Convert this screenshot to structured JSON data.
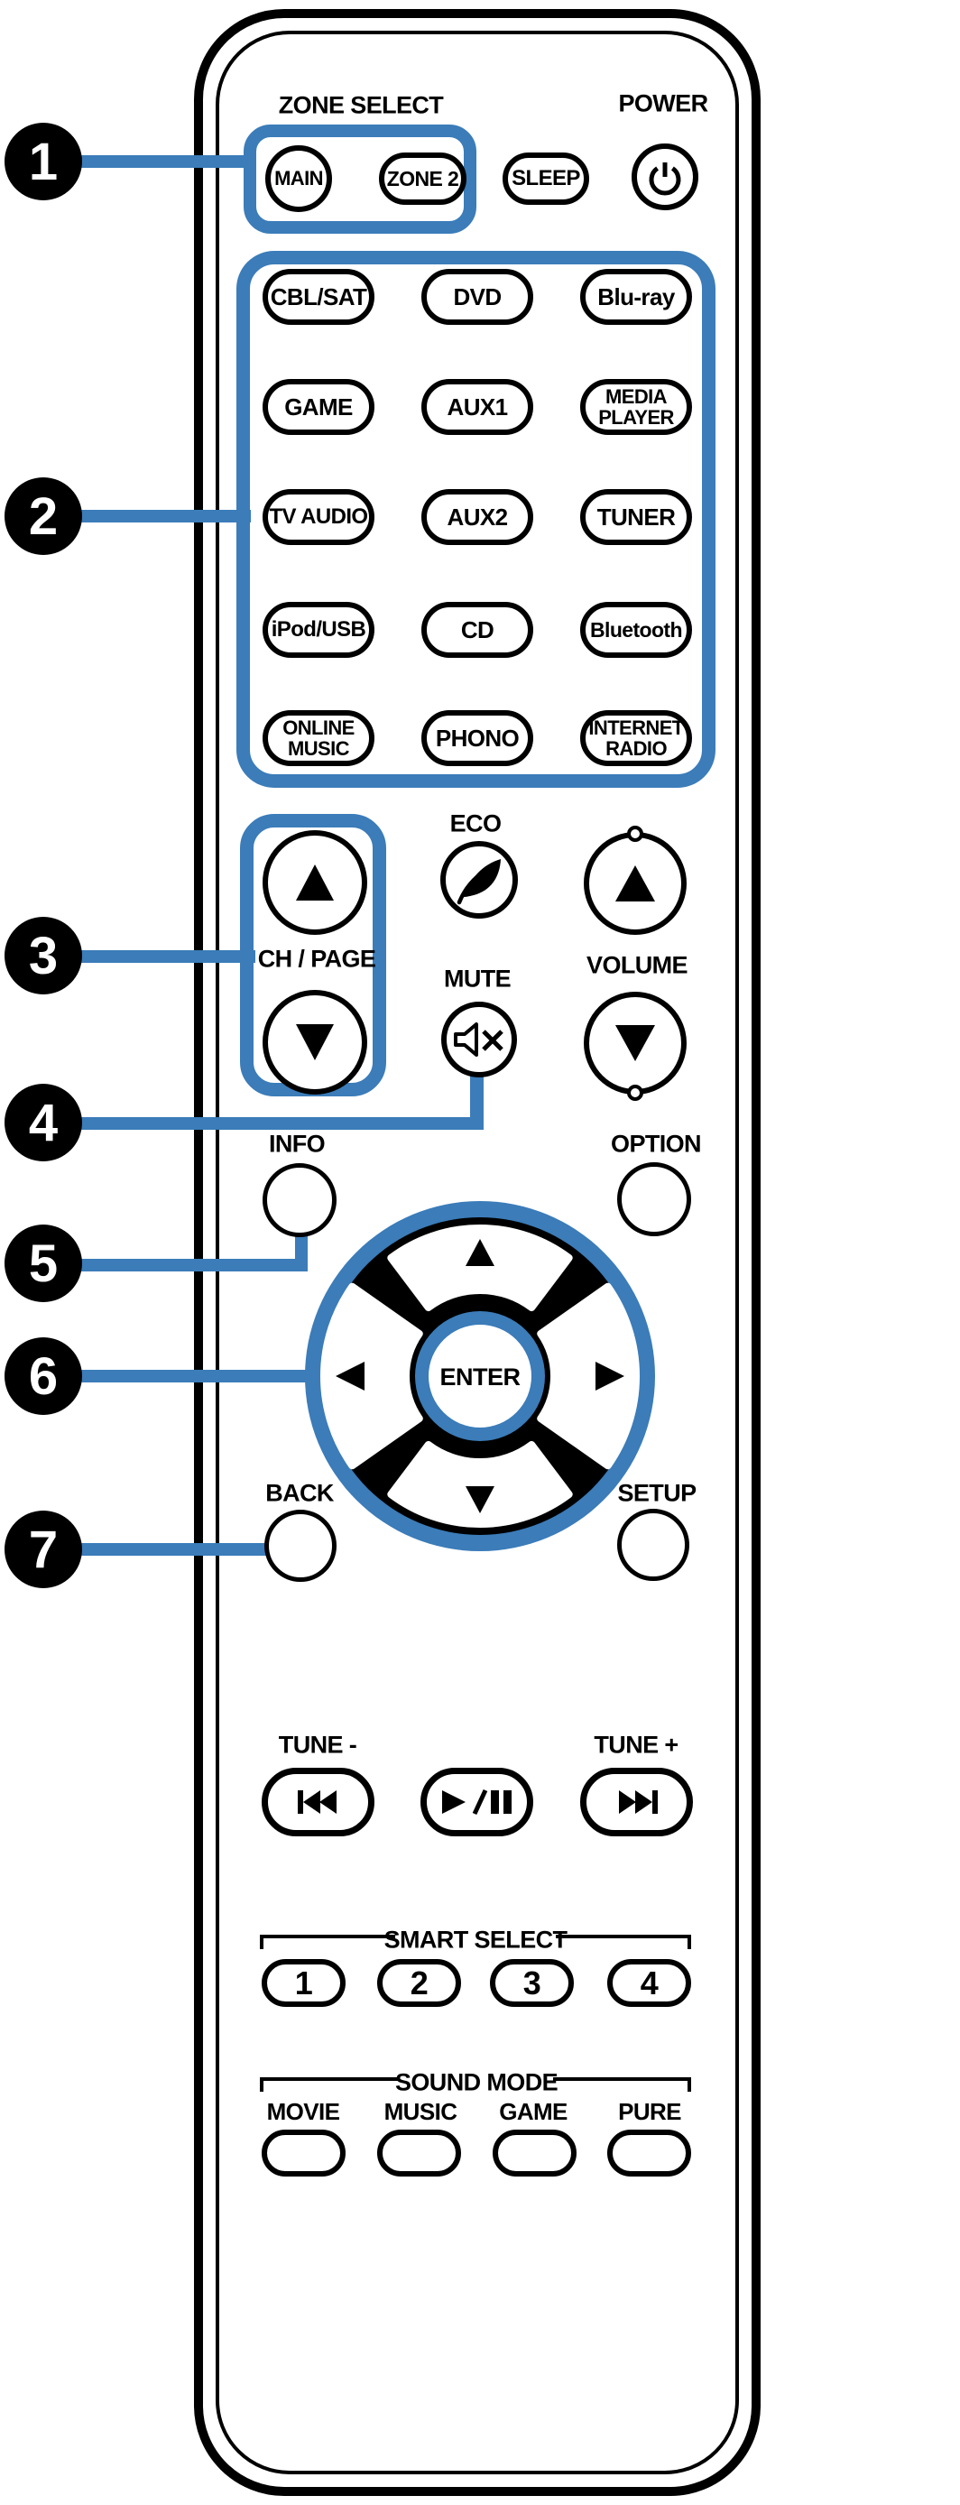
{
  "colors": {
    "callout_blue": "#3b7cb9",
    "outline": "#000000",
    "background": "#ffffff"
  },
  "callouts": [
    {
      "number": "1"
    },
    {
      "number": "2"
    },
    {
      "number": "3"
    },
    {
      "number": "4"
    },
    {
      "number": "5"
    },
    {
      "number": "6"
    },
    {
      "number": "7"
    }
  ],
  "zone_select": {
    "label": "ZONE SELECT",
    "main": "MAIN",
    "zone2": "ZONE 2"
  },
  "sleep": {
    "label": "SLEEP"
  },
  "power": {
    "label": "POWER"
  },
  "sources": {
    "buttons": [
      "CBL/SAT",
      "DVD",
      "Blu-ray",
      "GAME",
      "AUX1",
      "MEDIA PLAYER",
      "TV AUDIO",
      "AUX2",
      "TUNER",
      "iPod/USB",
      "CD",
      "Bluetooth",
      "ONLINE MUSIC",
      "PHONO",
      "INTERNET RADIO"
    ]
  },
  "channel": {
    "label": "CH / PAGE"
  },
  "eco": {
    "label": "ECO"
  },
  "volume": {
    "label": "VOLUME"
  },
  "mute": {
    "label": "MUTE"
  },
  "info": {
    "label": "INFO"
  },
  "option": {
    "label": "OPTION"
  },
  "cursor_pad": {
    "enter_label": "ENTER"
  },
  "back": {
    "label": "BACK"
  },
  "setup": {
    "label": "SETUP"
  },
  "transport": {
    "tune_minus": "TUNE -",
    "tune_plus": "TUNE +"
  },
  "smart_select": {
    "label": "SMART SELECT",
    "buttons": [
      "1",
      "2",
      "3",
      "4"
    ]
  },
  "sound_mode": {
    "label": "SOUND MODE",
    "modes": [
      "MOVIE",
      "MUSIC",
      "GAME",
      "PURE"
    ]
  }
}
